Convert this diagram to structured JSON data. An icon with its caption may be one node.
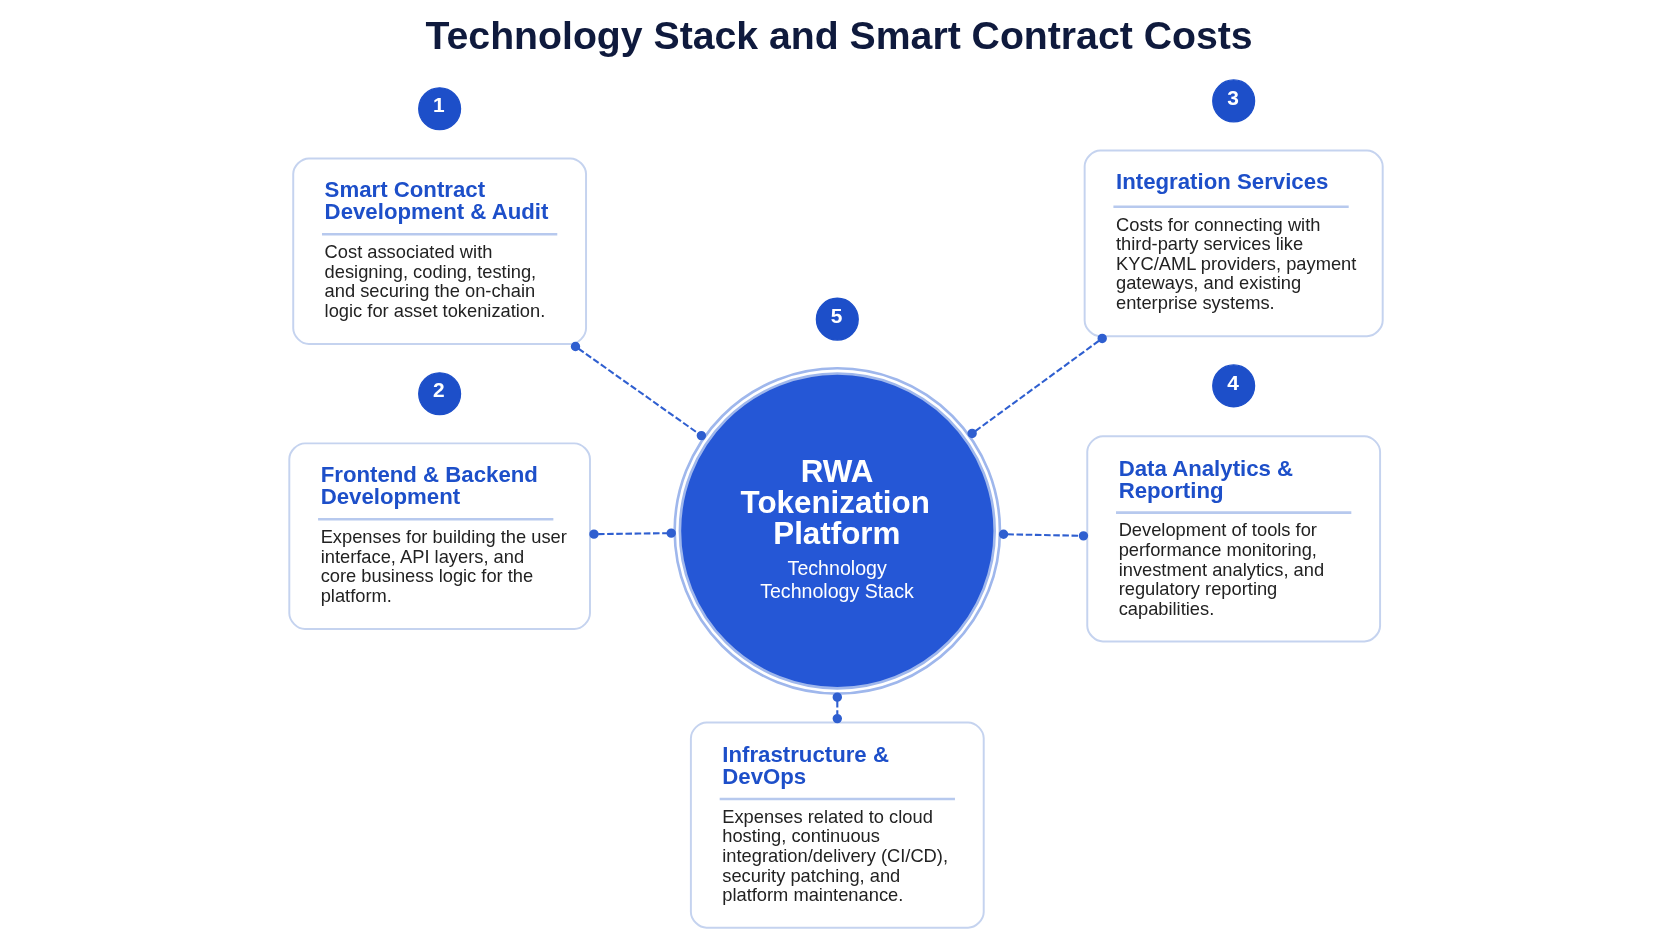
{
  "diagram": {
    "title": "Technology Stack and Smart Contract Costs",
    "nodes": [
      {
        "text": [
          "1"
        ]
      },
      {
        "text": [
          "Smart Contract Development & Audit",
          "Cost associated with designing, coding, testing, and securing the on-chain logic for asset tokenization."
        ]
      },
      {
        "text": [
          "RWA Tokenization Platform",
          "Technology Technology Stack"
        ]
      },
      {
        "text": [
          "3"
        ]
      },
      {
        "text": [
          "Integration Services",
          "Costs for connecting with third-party services like KYC/AML providers, payment gateways, and existing enterprise systems."
        ]
      },
      {
        "text": [
          "2"
        ]
      },
      {
        "text": [
          "Frontend & Backend Development",
          "Expenses for building the user interface, API layers, and core business logic for the platform."
        ]
      },
      {
        "text": [
          "4"
        ]
      },
      {
        "text": [
          "Data Analytics & Reporting",
          "Development of tools for performance monitoring, investment analytics, and regulatory reporting capabilities."
        ]
      },
      {
        "text": [
          "5"
        ]
      },
      {
        "text": [
          "Infrastructure & DevOps",
          "Expenses related to cloud hosting, continuous integration/delivery (CI/CD), security patching, and platform maintenance."
        ]
      }
    ],
    "edges": [
      {
        "from": 1,
        "to": 2,
        "arrow": "other",
        "style": "dashed"
      },
      {
        "from": 2,
        "to": 4,
        "arrow": "other",
        "style": "dashed"
      },
      {
        "from": 6,
        "to": 2,
        "arrow": "other",
        "style": "dashed"
      },
      {
        "from": 2,
        "to": 8,
        "arrow": "other",
        "style": "dashed"
      },
      {
        "from": 2,
        "to": 10,
        "arrow": "other",
        "style": "dashed"
      }
    ]
  }
}
